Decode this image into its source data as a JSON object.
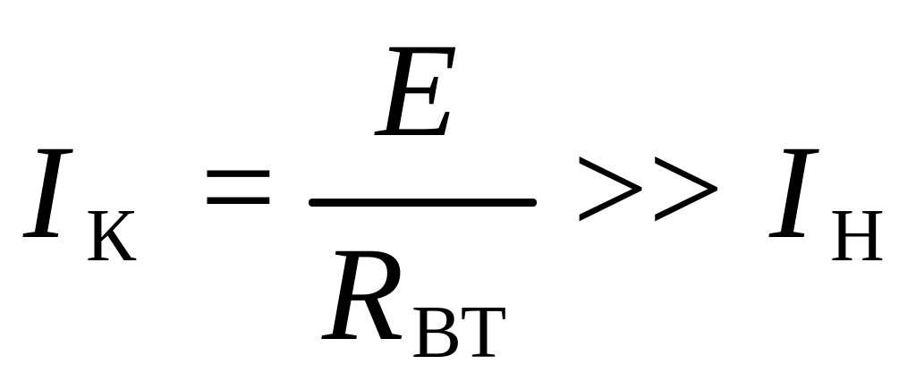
{
  "formula": {
    "lhs_symbol": "I",
    "lhs_subscript": "К",
    "equals": "=",
    "numerator": "E",
    "denominator_symbol": "R",
    "denominator_subscript": "ВТ",
    "relation": ">>",
    "rhs_symbol": "I",
    "rhs_subscript": "Н"
  }
}
